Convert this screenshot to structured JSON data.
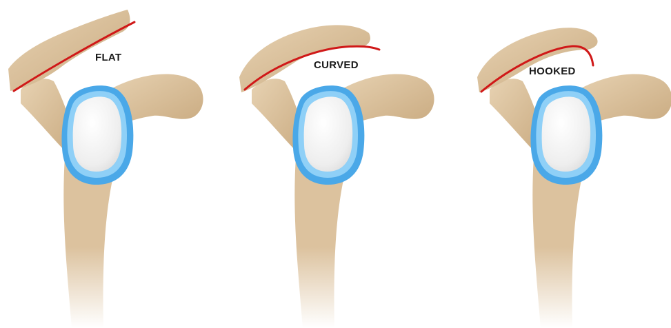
{
  "panels": [
    {
      "label": "FLAT"
    },
    {
      "label": "CURVED"
    },
    {
      "label": "HOOKED"
    }
  ],
  "colors": {
    "bone": "#dcc29e",
    "bone_shadow": "#b89a72",
    "glenoid_rim": "#4aa8e8",
    "glenoid_rim_light": "#8fd0f7",
    "glenoid_face": "#f2f2f2",
    "outline": "#d01818"
  },
  "icons": [
    "scapula-illustration",
    "acromion-outline"
  ]
}
